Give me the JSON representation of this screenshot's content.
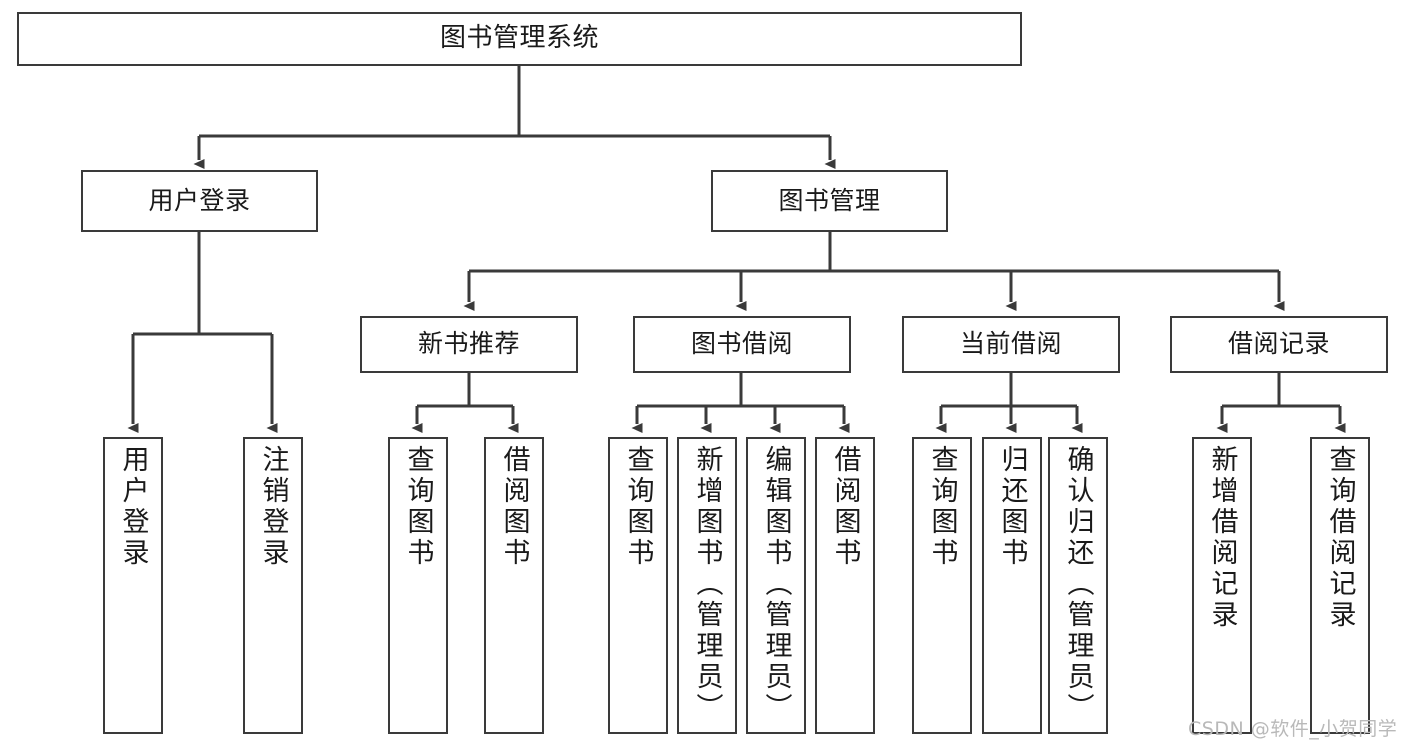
{
  "diagram": {
    "title": "图书管理系统",
    "type": "tree-hierarchy",
    "background_color": "#ffffff",
    "line_color": "#3a3a3a",
    "text_color": "#1a1a1a"
  },
  "nodes": {
    "root": {
      "label": "图书管理系统"
    },
    "level2": [
      {
        "id": "user-login",
        "label": "用户登录"
      },
      {
        "id": "book-manage",
        "label": "图书管理"
      }
    ],
    "level3": [
      {
        "id": "new-book-recommend",
        "label": "新书推荐"
      },
      {
        "id": "book-borrow",
        "label": "图书借阅"
      },
      {
        "id": "current-borrow",
        "label": "当前借阅"
      },
      {
        "id": "borrow-record",
        "label": "借阅记录"
      }
    ],
    "leaves": {
      "user-login": [
        {
          "id": "leaf-user-login",
          "label": "用户登录"
        },
        {
          "id": "leaf-logout-login",
          "label": "注销登录"
        }
      ],
      "new-book-recommend": [
        {
          "id": "leaf-query-book-1",
          "label": "查询图书"
        },
        {
          "id": "leaf-borrow-book-1",
          "label": "借阅图书"
        }
      ],
      "book-borrow": [
        {
          "id": "leaf-query-book-2",
          "label": "查询图书"
        },
        {
          "id": "leaf-add-book",
          "label": "新增图书（管理员）"
        },
        {
          "id": "leaf-edit-book",
          "label": "编辑图书（管理员）"
        },
        {
          "id": "leaf-borrow-book-2",
          "label": "借阅图书"
        }
      ],
      "current-borrow": [
        {
          "id": "leaf-query-book-3",
          "label": "查询图书"
        },
        {
          "id": "leaf-return-book",
          "label": "归还图书"
        },
        {
          "id": "leaf-confirm-return",
          "label": "确认归还（管理员）"
        }
      ],
      "borrow-record": [
        {
          "id": "leaf-add-record",
          "label": "新增借阅记录"
        },
        {
          "id": "leaf-query-record",
          "label": "查询借阅记录"
        }
      ]
    }
  },
  "watermark": {
    "text": "CSDN @软件_小贺同学",
    "color": "#b9b9b9"
  }
}
